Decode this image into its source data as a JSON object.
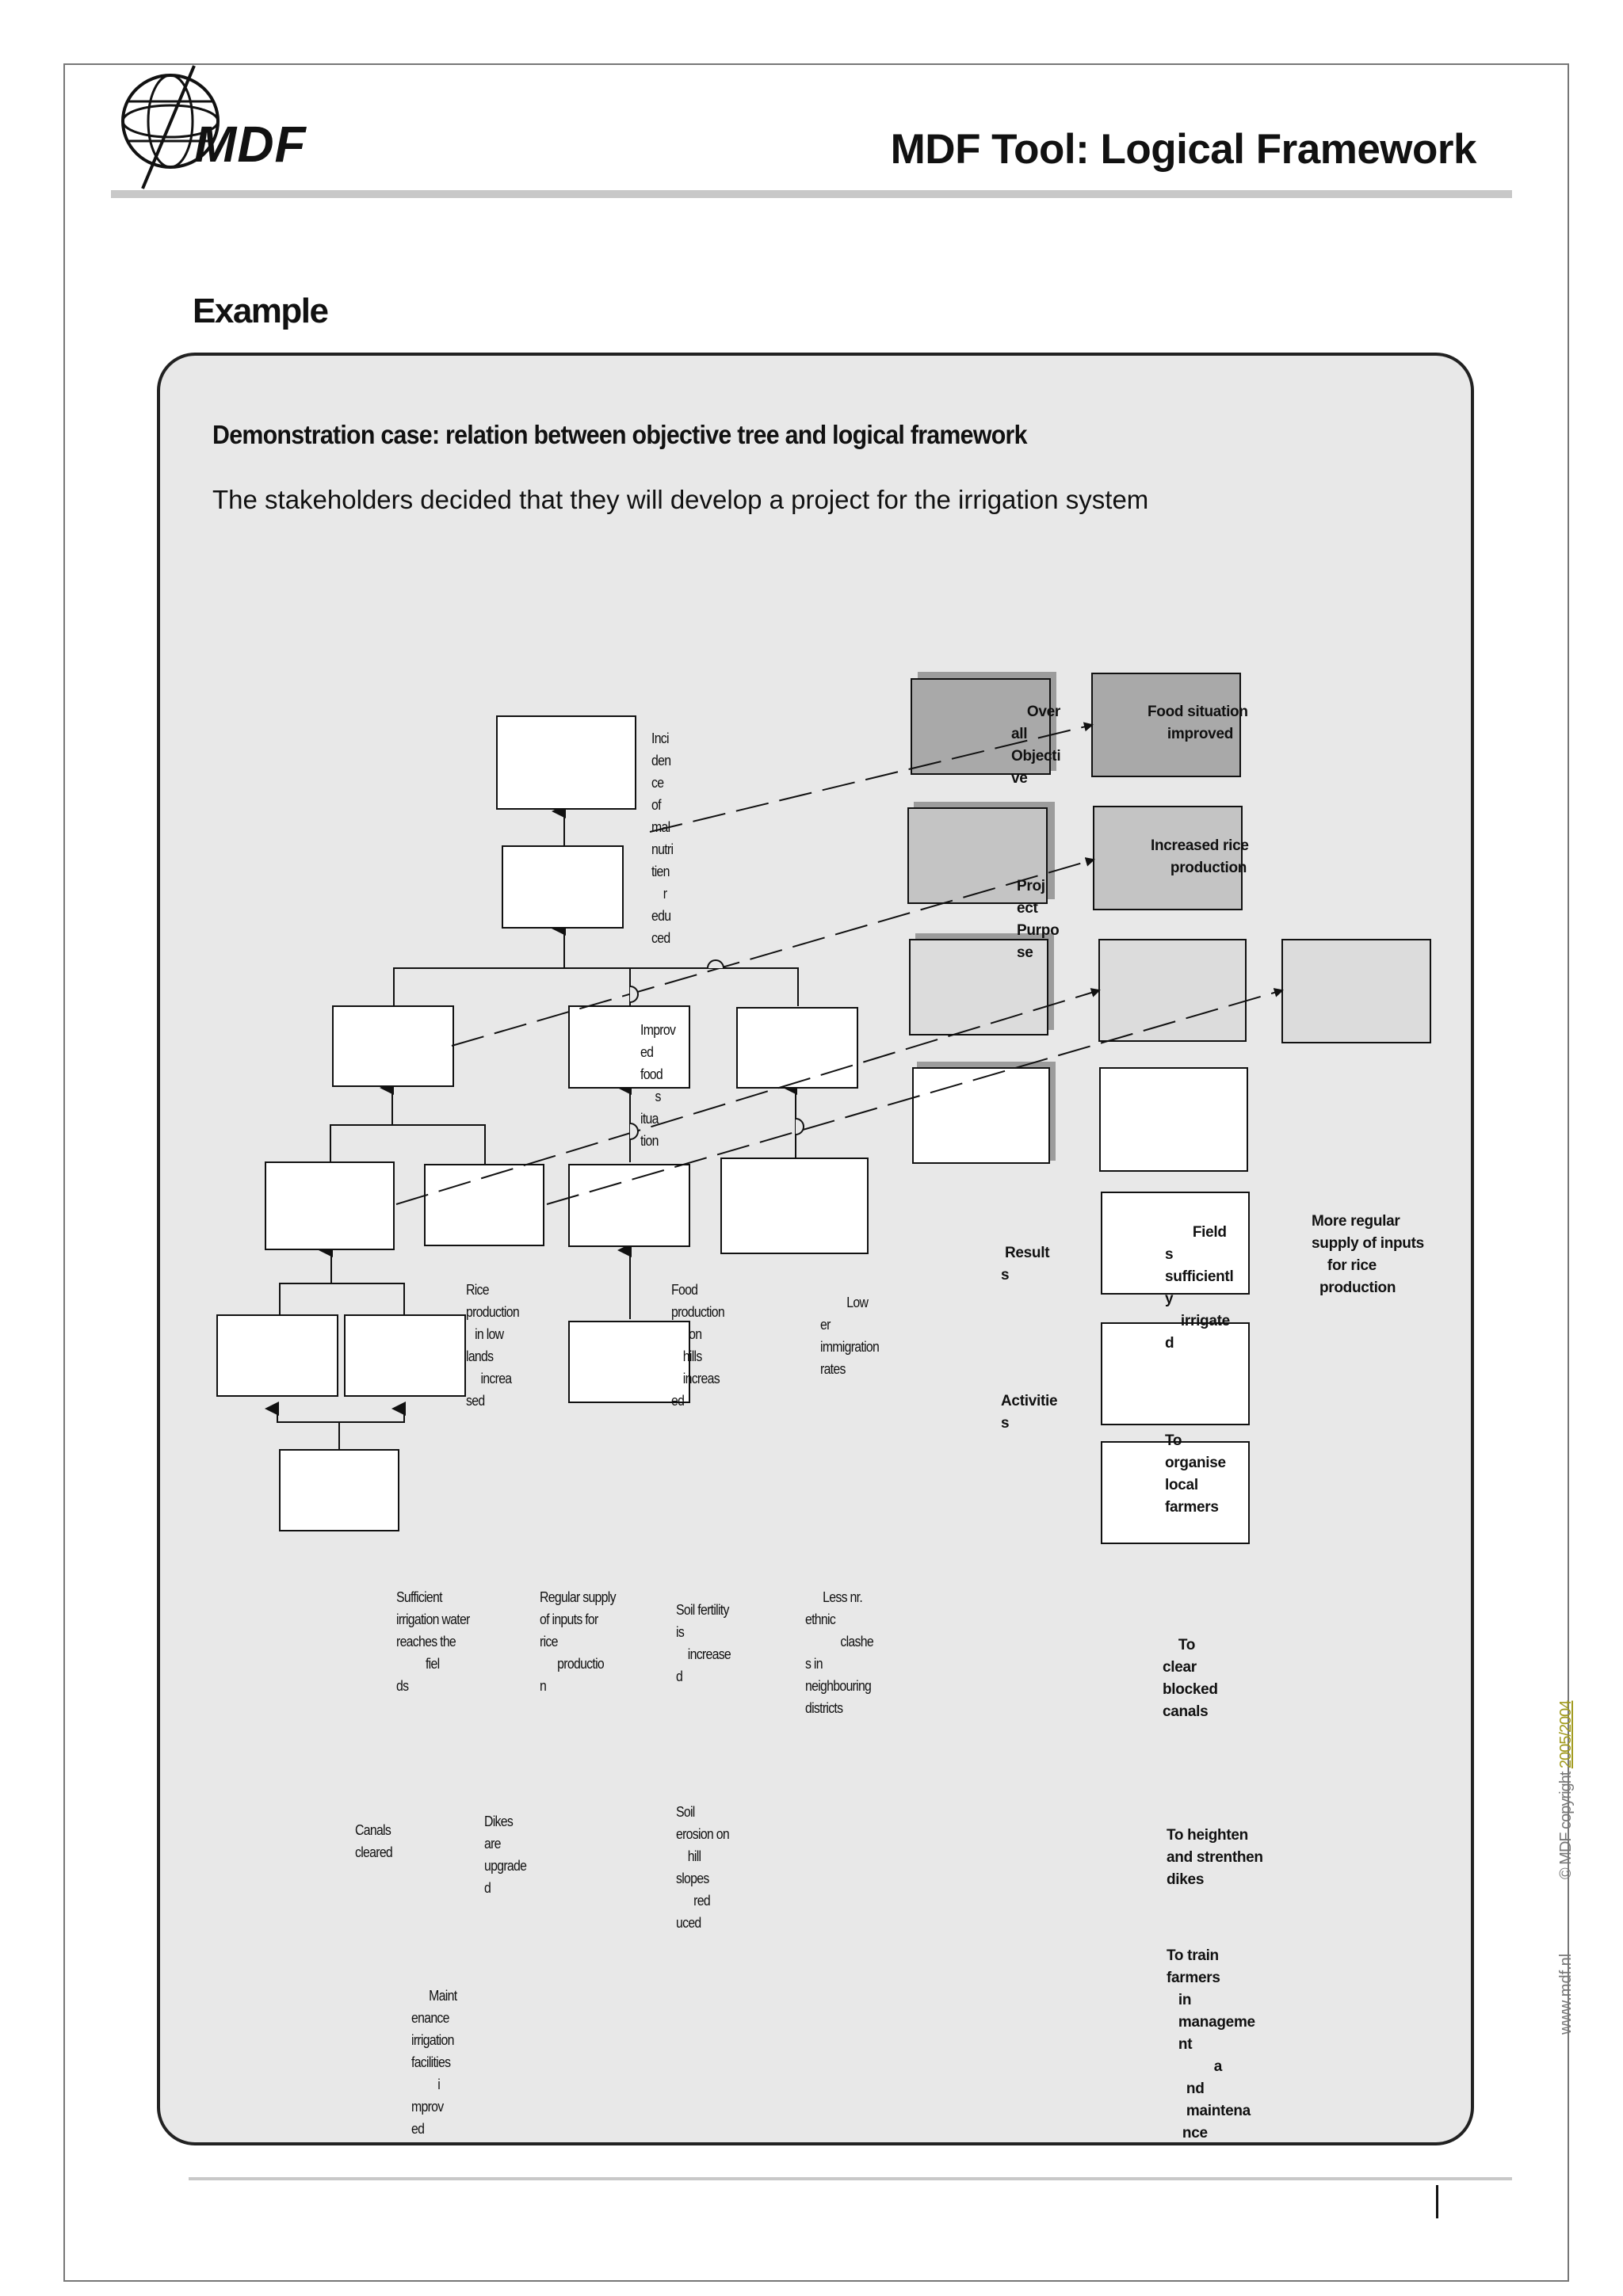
{
  "header": {
    "logo_text": "MDF",
    "title": "MDF Tool: Logical Framework"
  },
  "section_title": "Example",
  "panel": {
    "title": "Demonstration case: relation between objective tree and logical framework",
    "subtitle": "The stakeholders decided that they will develop a project for the irrigation system"
  },
  "tree_labels": {
    "malnutrition": "Inci\nden\nce\nof\nmal\nnutri\ntien\n    r\nedu\nced",
    "food_situation": "Improv\ned\nfood\n     s\nitua\ntion",
    "rice_lowlands": "Rice\nproduction\n   in low\nlands\n     increa\nsed",
    "food_hills": "Food\nproduction\n      on\n    hills\n    increas\ned",
    "lower_immigration": "         Low\ner\nimmigration\nrates",
    "sufficient_water": "Sufficient\nirrigation water\nreaches the\n          fiel\nds",
    "regular_supply": "Regular supply\nof inputs for\nrice\n      productio\nn",
    "soil_fertility": "Soil fertility\nis\n    increase\nd",
    "less_clashes": "      Less nr.\nethnic\n            clashe\ns in\nneighbouring\ndistricts",
    "canals_cleared": "Canals\ncleared",
    "dikes_upgraded": "Dikes\nare\nupgrade\nd",
    "soil_erosion": "Soil\nerosion on\n    hill\nslopes\n      red\nuced",
    "maintenance": "      Maint\nenance\nirrigation\nfacilities\n         i\nmprov\ned"
  },
  "logframe_labels": {
    "overall_objective": "    Over\nall\nObjecti\nve",
    "project_purpose": "Proj\nect\nPurpo\nse",
    "results": " Result\ns",
    "activities": "Activitie\ns",
    "food_situation_improved": "Food situation\n     improved",
    "increased_rice": "Increased rice\n     production",
    "fields_irrigated": "       Field\ns\nsufficientl\ny\n    irrigate\nd",
    "more_regular_supply": "More regular\nsupply of inputs\n    for rice\n  production",
    "organise_farmers": "To\norganise\nlocal\nfarmers",
    "clear_canals": "    To\nclear\nblocked\ncanals",
    "heighten_dikes": "To heighten\nand strenthen\ndikes",
    "train_farmers": "To train\nfarmers\n   in\n   manageme\n   nt\n            a\n     nd\n     maintena\n    nce"
  },
  "footer": {
    "url": "www.mdf.nl",
    "copyright_prefix": "©  MDF copyright ",
    "copyright_year": "2005/2004"
  }
}
